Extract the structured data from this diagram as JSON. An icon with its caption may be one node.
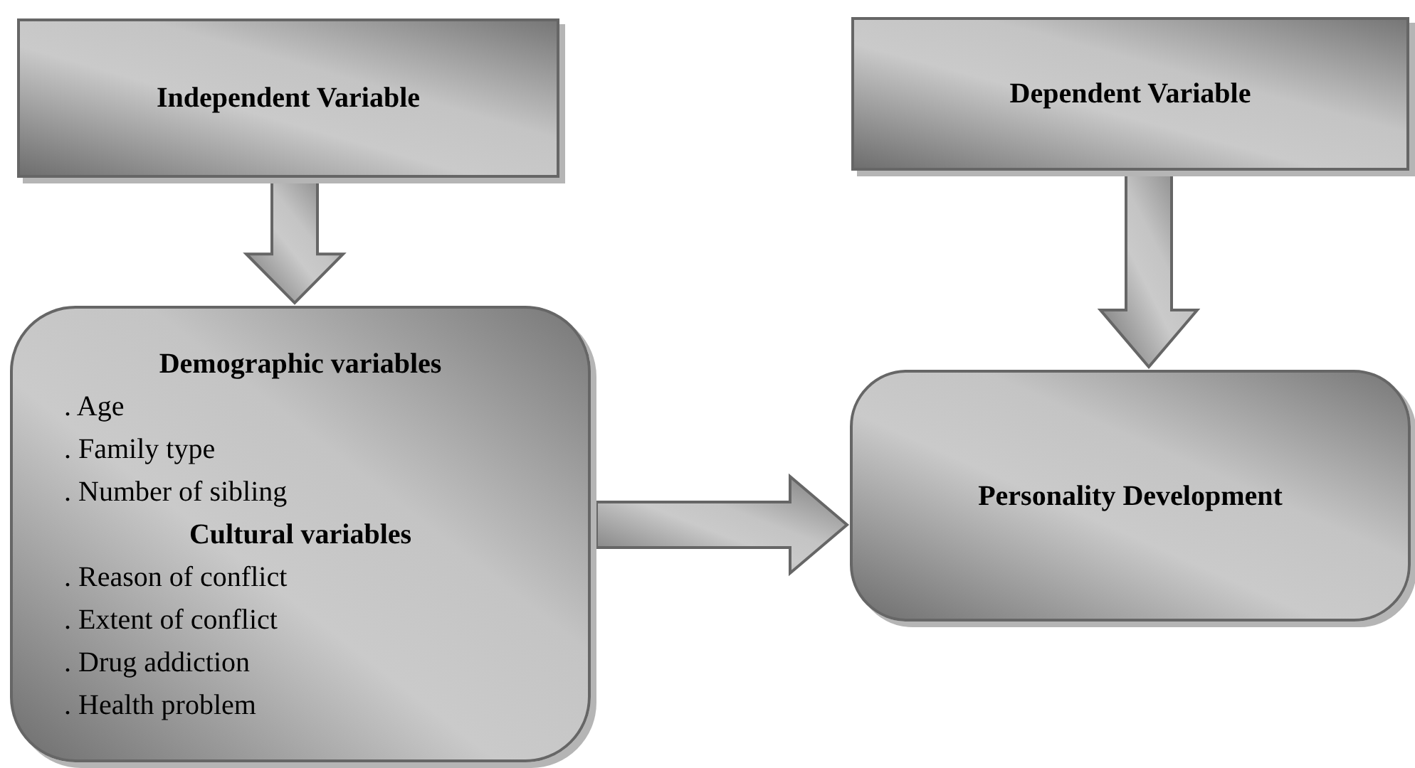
{
  "diagram": {
    "nodes": [
      {
        "text": [
          "Independent Variable"
        ]
      },
      {
        "text": [
          "Demographic variables",
          ". Age",
          ". Family type",
          ". Number of sibling",
          "Cultural variables",
          ". Reason of conflict",
          ". Extent of conflict",
          ". Drug addiction",
          ". Health problem"
        ]
      },
      {
        "text": [
          "Dependent Variable"
        ]
      },
      {
        "text": [
          "Personality Development"
        ]
      }
    ],
    "edges": [
      {
        "from": 0,
        "to": 1,
        "arrow": "to"
      },
      {
        "from": 2,
        "to": 3,
        "arrow": "to"
      },
      {
        "from": 1,
        "to": 3,
        "arrow": "to"
      }
    ]
  }
}
